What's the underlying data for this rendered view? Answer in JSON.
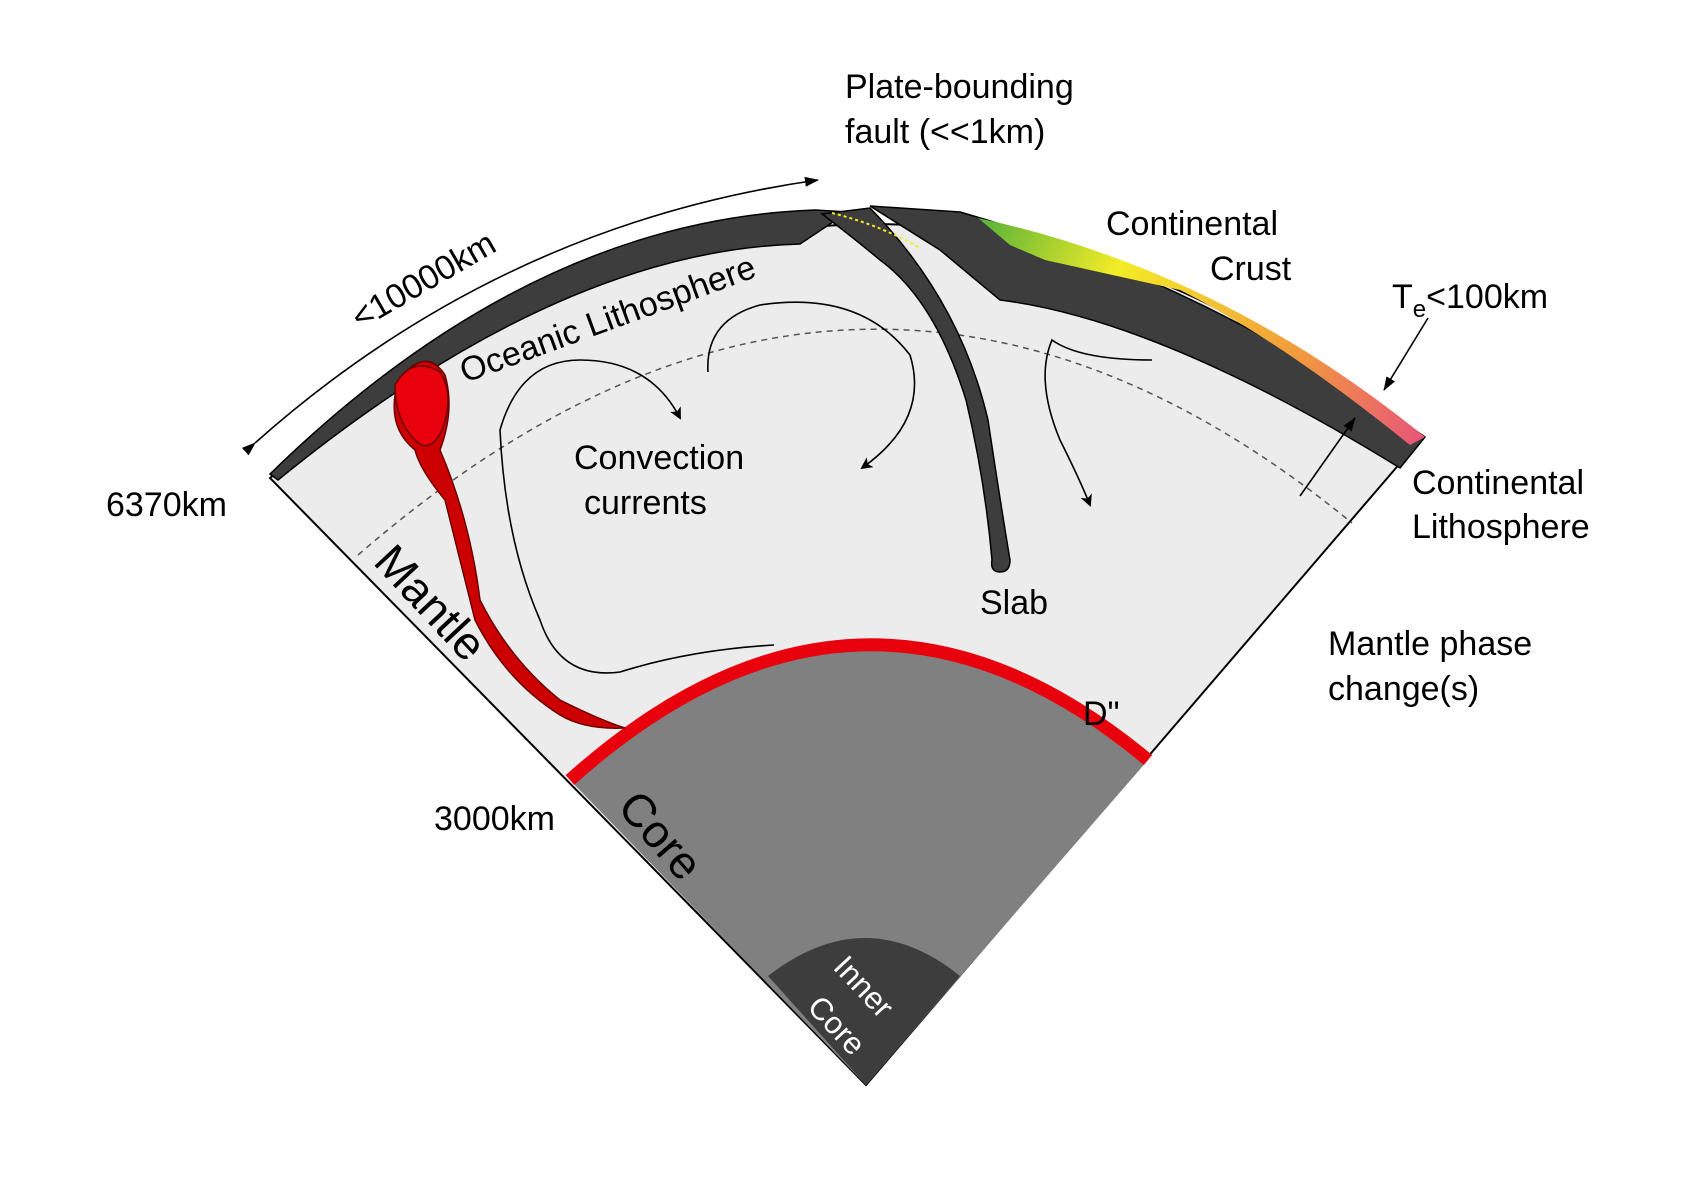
{
  "diagram": {
    "labels": {
      "plate_fault_line1": "Plate-bounding",
      "plate_fault_line2": "fault (<<1km)",
      "continental_crust_line1": "Continental",
      "continental_crust_line2": "Crust",
      "elastic_thickness_T": "T",
      "elastic_thickness_sub": "e",
      "elastic_thickness_rest": "<100km",
      "plate_length": "<10000km",
      "oceanic_lithosphere": "Oceanic Lithosphere",
      "convection_line1": "Convection",
      "convection_line2": "currents",
      "earth_radius": "6370km",
      "mantle": "Mantle",
      "slab": "Slab",
      "continental_lithosphere_line1": "Continental",
      "continental_lithosphere_line2": "Lithosphere",
      "phase_change_line1": "Mantle phase",
      "phase_change_line2": "change(s)",
      "d_double_prime": "D\"",
      "core_depth": "3000km",
      "core": "Core",
      "inner_core_line1": "Inner",
      "inner_core_line2": "Core"
    },
    "colors": {
      "mantle": "#ececec",
      "lithosphere": "#3d3d3d",
      "core": "#808080",
      "inner_core": "#3d3d3d",
      "d_double_prime_layer": "#e8000d",
      "plume": "#cc0000",
      "crust_gradient": [
        "#55b83a",
        "#f3ec26",
        "#f29a3e",
        "#e8547a"
      ]
    }
  }
}
